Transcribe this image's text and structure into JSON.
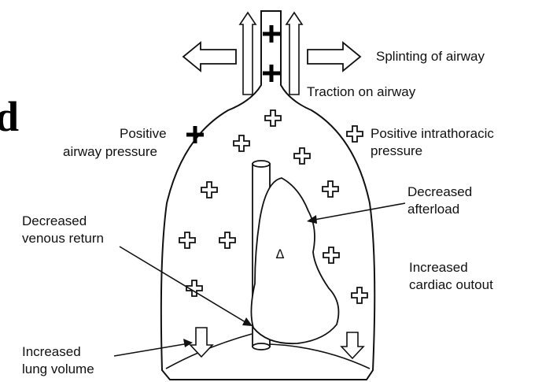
{
  "labels": {
    "splinting": "Splinting of airway",
    "traction": "Traction on airway",
    "positive_airway_line1": "Positive",
    "positive_airway_line2": "airway pressure",
    "intrathoracic_line1": "Positive intrathoracic",
    "intrathoracic_line2": "pressure",
    "decreased_afterload_line1": "Decreased",
    "decreased_afterload_line2": "afterload",
    "decreased_venous_line1": "Decreased",
    "decreased_venous_line2": "venous return",
    "cardiac_output_line1": "Increased",
    "cardiac_output_line2": "cardiac outout",
    "lung_volume_line1": "Increased",
    "lung_volume_line2": "lung volume",
    "heart_symbol": "Δ",
    "cropped_glyph": "d"
  },
  "colors": {
    "stroke": "#111111",
    "background": "#ffffff"
  }
}
